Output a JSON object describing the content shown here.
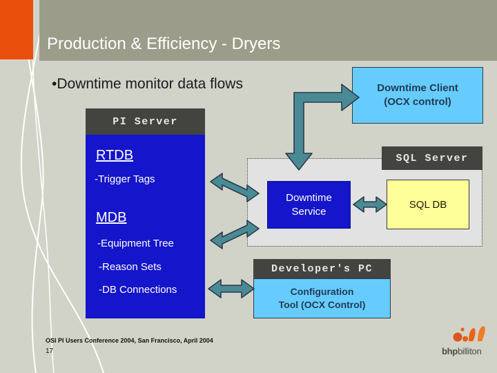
{
  "slide": {
    "title": "Production & Efficiency - Dryers",
    "bullet": "•Downtime monitor data flows",
    "background_color": "#d2d3c8",
    "title_band_color": "#9c9c8a",
    "accent_color": "#ea4f0c"
  },
  "pi_server": {
    "header": "PI Server",
    "header_color": "#434440",
    "body_color": "#1515cb",
    "sections": [
      {
        "label": "RTDB",
        "type": "heading"
      },
      {
        "label": "-Trigger Tags",
        "type": "item"
      },
      {
        "label": "MDB",
        "type": "heading"
      },
      {
        "label": "-Equipment Tree",
        "type": "item"
      },
      {
        "label": "-Reason Sets",
        "type": "item"
      },
      {
        "label": "-DB Connections",
        "type": "item"
      }
    ]
  },
  "downtime_client": {
    "line1": "Downtime Client",
    "line2": "(OCX control)",
    "fill_color": "#66ccff",
    "text_color": "#1f3a52"
  },
  "sql_server": {
    "header": "SQL Server",
    "group_fill": "#e2e2e2",
    "downtime_service": {
      "line1": "Downtime",
      "line2": "Service",
      "fill_color": "#1515cb"
    },
    "sql_db": {
      "label": "SQL DB",
      "fill_color": "#ffff99"
    }
  },
  "developer_pc": {
    "header": "Developer's PC",
    "line1": "Configuration",
    "line2": "Tool (OCX Control)",
    "fill_color": "#66ccff"
  },
  "arrows": {
    "color": "#4a8a95",
    "stroke": "#2b3b4a",
    "items": [
      {
        "name": "pi-to-service-upper",
        "kind": "double-headed-diagonal"
      },
      {
        "name": "pi-to-service-lower",
        "kind": "double-headed-diagonal"
      },
      {
        "name": "pi-to-config-tool",
        "kind": "double-headed-horizontal"
      },
      {
        "name": "service-to-sqldb",
        "kind": "double-headed-horizontal"
      },
      {
        "name": "bent-to-client-and-group",
        "kind": "bent-double-arrow"
      }
    ]
  },
  "footer": {
    "conference": "OSI PI Users Conference 2004, San Francisco, April 2004",
    "page_number": "17"
  },
  "logo": {
    "text_bhp": "bhp",
    "text_billiton": "billiton",
    "color": "#e8631a"
  }
}
